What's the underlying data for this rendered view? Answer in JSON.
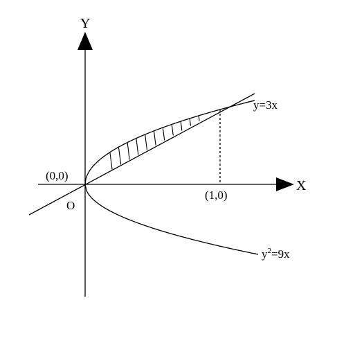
{
  "diagram": {
    "y_axis_label": "Y",
    "x_axis_label": "X",
    "origin_coord_label": "(0,0)",
    "origin_label": "O",
    "point_label": "(1,0)",
    "line_label": "y=3x",
    "parabola_label_base": "y",
    "parabola_label_exp": "2",
    "parabola_label_rest": "=9x",
    "intersection": {
      "x": 1,
      "y": 3
    },
    "hatch_count": 11,
    "stroke_color": "#000000",
    "background_color": "#ffffff"
  }
}
